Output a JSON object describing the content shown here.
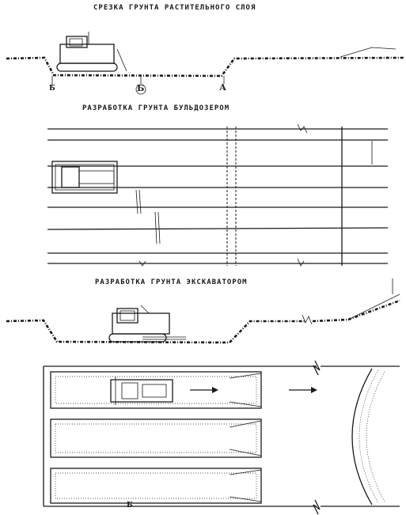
{
  "titles": {
    "section1": "СРЕЗКА ГРУНТА РАСТИТЕЛЬНОГО СЛОЯ",
    "section2": "РАЗРАБОТКА ГРУНТА БУЛЬДОЗЕРОМ",
    "section3": "РАЗРАБОТКА ГРУНТА ЭКСКАВАТОРОМ"
  },
  "marks": {
    "b": "Б",
    "a": "А",
    "left": "Б",
    "bottom": "Б"
  },
  "icons": {
    "bulldozer": "bulldozer-icon",
    "excavator": "excavator-icon",
    "movement_arrow": "arrow-right-icon",
    "break_line": "break-line-icon"
  },
  "colors": {
    "ink": "#1a1a1a",
    "paper": "#ffffff"
  }
}
